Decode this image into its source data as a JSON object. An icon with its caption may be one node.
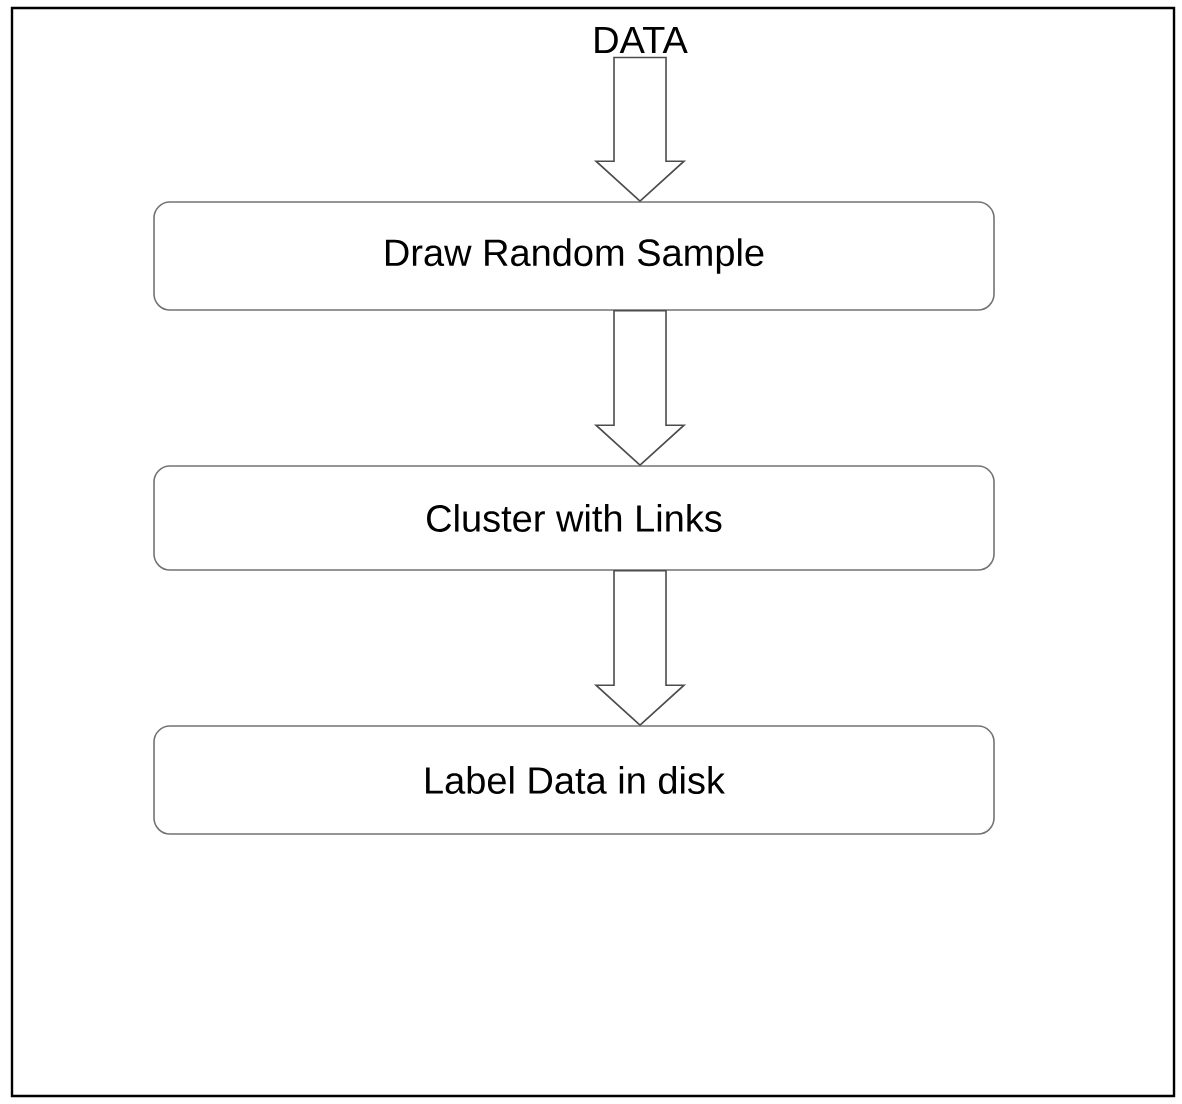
{
  "diagram": {
    "nodes": [
      {
        "text": [
          "DATA"
        ]
      },
      {
        "text": [
          "Draw Random Sample"
        ]
      },
      {
        "text": [
          "Cluster with Links"
        ]
      },
      {
        "text": [
          "Label Data in disk"
        ]
      }
    ],
    "edges": [
      {
        "from": 0,
        "to": 1,
        "arrow": "to"
      },
      {
        "from": 1,
        "to": 2,
        "arrow": "to"
      },
      {
        "from": 2,
        "to": 3,
        "arrow": "to"
      }
    ]
  }
}
